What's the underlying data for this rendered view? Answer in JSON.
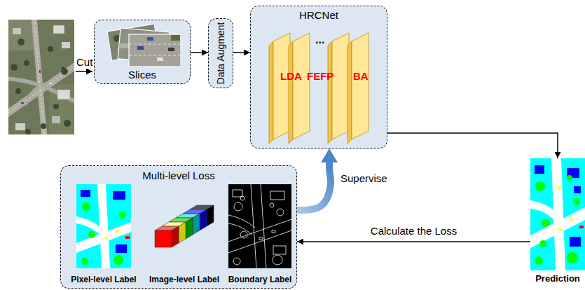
{
  "diagram": {
    "nodes": [
      {
        "text": [
          "Slices"
        ]
      },
      {
        "text": [
          "Data Augment"
        ]
      },
      {
        "text": [
          "HRCNet"
        ]
      },
      {
        "text": [
          "Prediction"
        ]
      },
      {
        "text": [
          "Multi-level Loss"
        ]
      },
      {
        "text": [
          "Pixel-level Label"
        ],
        "in": 4
      },
      {
        "text": [
          "Image-level Label"
        ],
        "in": 4
      },
      {
        "text": [
          "Boundary Label"
        ],
        "in": 4
      }
    ],
    "edges": [
      {
        "from": 0,
        "to": 1,
        "arrow": "to"
      },
      {
        "from": 1,
        "to": 2,
        "arrow": "to"
      },
      {
        "from": 2,
        "to": 3,
        "arrow": "to"
      },
      {
        "from": 3,
        "to": 4,
        "arrow": "to",
        "label": "Calculate the Loss"
      },
      {
        "from": 4,
        "to": 2,
        "arrow": "to",
        "label": "Supervise"
      }
    ],
    "labels": [
      "Cut",
      "LDA",
      "FEFP",
      "BA",
      "..."
    ]
  }
}
